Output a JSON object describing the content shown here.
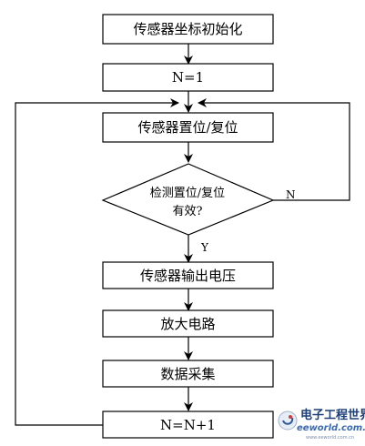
{
  "nodes": {
    "init": "传感器坐标初始化",
    "n_init": "N=1",
    "set_reset": "传感器置位/复位",
    "check_line1": "检测置位/复位",
    "check_line2": "有效?",
    "output_voltage": "传感器输出电压",
    "amplify": "放大电路",
    "acquire": "数据采集",
    "increment": "N=N+1"
  },
  "edges": {
    "no_label": "N",
    "yes_label": "Y"
  },
  "watermark": {
    "title": "电子工程世界",
    "url": "eeworld.com.cn",
    "subtitle": "www.eeworld.com.cn"
  },
  "colors": {
    "line": "#000000",
    "background": "#ffffff",
    "watermark_blue": "#1d3f78"
  }
}
